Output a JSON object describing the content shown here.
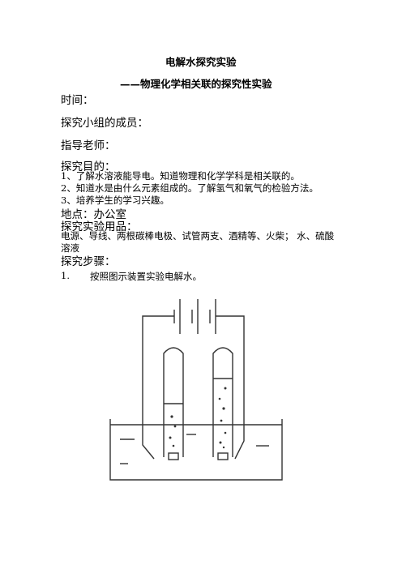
{
  "doc": {
    "title": "电解水探究实验",
    "subtitle": "——物理化学相关联的探究性实验",
    "time_label": "时间：",
    "members_label": "探究小组的成员：",
    "teacher_label": "指导老师：",
    "purpose_label": "探究目的：",
    "purposes": [
      "1、了解水溶液能导电。知道物理和化学学科是相关联的。",
      "2、知道水是由什么元素组成的。了解氢气和氧气的检验方法。",
      "3、培养学生的学习兴趣。"
    ],
    "location": "地点：办公室",
    "materials_label": "探究实验用品：",
    "materials_line1": "电源、导线、两根碳棒电极、试管两支、酒精等、火柴；   水、硫酸",
    "materials_line2": "溶液",
    "steps_label": "探究步骤：",
    "step1_num": "1.",
    "step1_text": "按照图示装置实验电解水。"
  }
}
